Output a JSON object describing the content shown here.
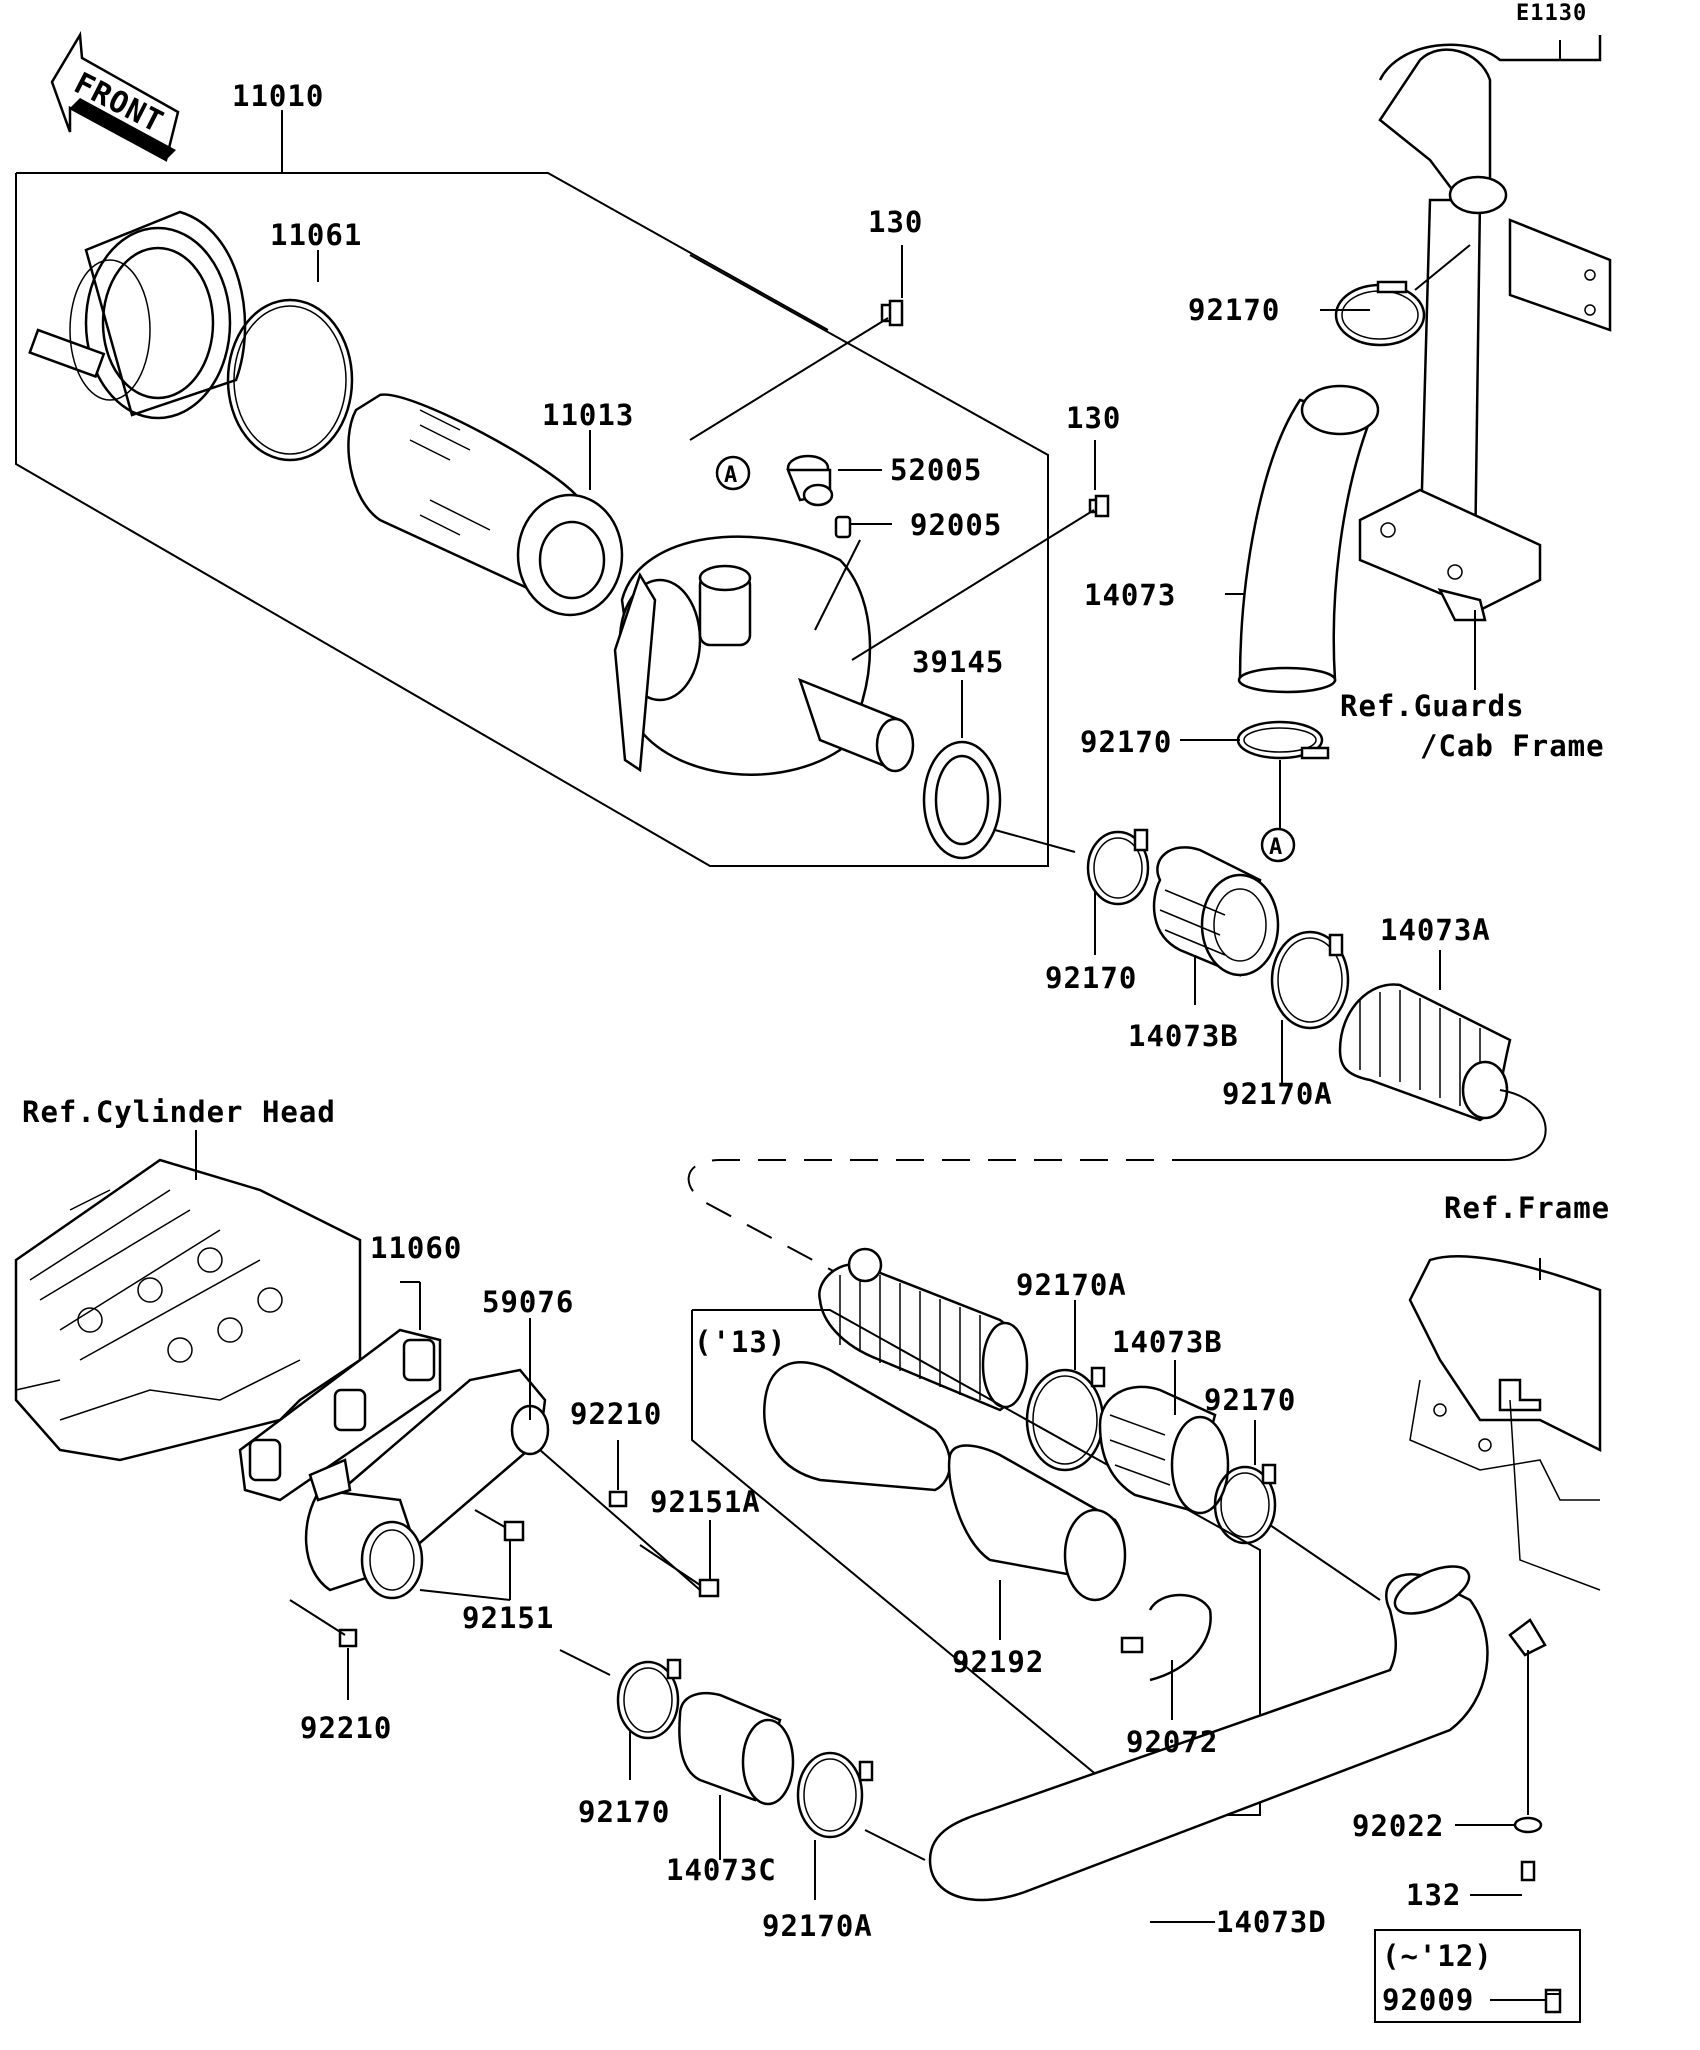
{
  "diagram_code": "E1130",
  "front_label": "FRONT",
  "callout_a": "A",
  "labels": {
    "p11010": "11010",
    "p11061": "11061",
    "p11013": "11013",
    "p130_top": "130",
    "p130_right": "130",
    "p52005": "52005",
    "p92005": "92005",
    "p39145": "39145",
    "p92170_top": "92170",
    "p14073": "14073",
    "p92170_mid": "92170",
    "ref_guards_1": "Ref.Guards",
    "ref_guards_2": "/Cab Frame",
    "p92170_b": "92170",
    "p14073B": "14073B",
    "p92170A": "92170A",
    "p14073A": "14073A",
    "ref_cyl_head": "Ref.Cylinder Head",
    "p11060": "11060",
    "p59076": "59076",
    "p92210_top": "92210",
    "p92151A": "92151A",
    "p92151": "92151",
    "p92210_bot": "92210",
    "year_13": "('13)",
    "p92170A_2": "92170A",
    "p14073B_2": "14073B",
    "p92170_c": "92170",
    "ref_frame": "Ref.Frame",
    "p92192": "92192",
    "p92072": "92072",
    "p92170_d": "92170",
    "p14073C": "14073C",
    "p92170A_3": "92170A",
    "p92022": "92022",
    "p132": "132",
    "p14073D": "14073D",
    "year_12": "(~'12)",
    "p92009": "92009"
  }
}
